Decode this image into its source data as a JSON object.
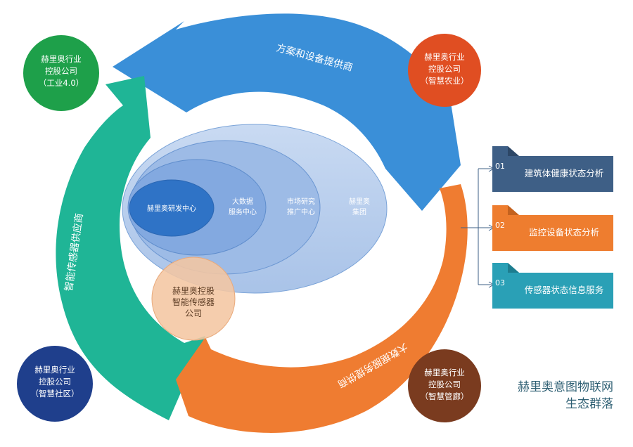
{
  "ring": {
    "top_label": "方案和设备提供商",
    "left_label": "智能传感器供应商",
    "bottom_label": "大数据服务提供商"
  },
  "corners": {
    "top_left": {
      "line1": "赫里奥行业",
      "line2": "控股公司",
      "line3": "（工业4.0）",
      "color": "#1ea04a"
    },
    "top_right": {
      "line1": "赫里奥行业",
      "line2": "控股公司",
      "line3": "（智慧农业）",
      "color": "#e04e22"
    },
    "bottom_left": {
      "line1": "赫里奥行业",
      "line2": "控股公司",
      "line3": "（智慧社区）",
      "color": "#1f3f8c"
    },
    "bottom_right": {
      "line1": "赫里奥行业",
      "line2": "控股公司",
      "line3": "（智慧管廊）",
      "color": "#7a3b1f"
    }
  },
  "center": {
    "innermost": "赫里奥研发中心",
    "second_line1": "大数据",
    "second_line2": "服务中心",
    "third_line1": "市场研究",
    "third_line2": "推广中心",
    "outer_line1": "赫里奥",
    "outer_line2": "集团",
    "sensor_line1": "赫里奥控股",
    "sensor_line2": "智能传感器",
    "sensor_line3": "公司"
  },
  "services": [
    {
      "num": "01",
      "label": "建筑体健康状态分析",
      "color": "#3e5f86"
    },
    {
      "num": "02",
      "label": "监控设备状态分析",
      "color": "#ee7d2f"
    },
    {
      "num": "03",
      "label": "传感器状态信息服务",
      "color": "#2aa0b6"
    }
  ],
  "title": {
    "line1": "赫里奥意图物联网",
    "line2": "生态群落"
  }
}
